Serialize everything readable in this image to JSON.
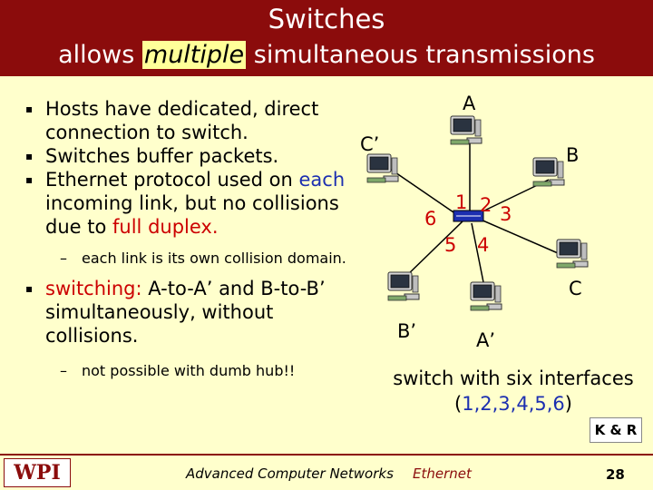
{
  "slide": {
    "title_line1": "Switches",
    "title_line2_pre": "allows",
    "title_line2_highlight": "multiple",
    "title_line2_post": "simultaneous transmissions"
  },
  "bullets": {
    "b1": "Hosts have dedicated, direct connection to switch.",
    "b2": "Switches buffer packets.",
    "b3_pre": "Ethernet protocol used on",
    "b3_each": "each",
    "b3_mid": "incoming link, but no collisions due to",
    "b3_full_duplex": "full duplex.",
    "sub1": "each link is its own collision domain.",
    "b4_switching": "switching:",
    "b4_rest": "A-to-A’ and B-to-B’ simultaneously, without collisions.",
    "sub2": "not possible with dumb hub!!"
  },
  "diagram": {
    "hosts": {
      "A": "A",
      "B": "B",
      "C": "C",
      "A_prime": "A’",
      "B_prime": "B’",
      "C_prime": "C’"
    },
    "ports": [
      "1",
      "2",
      "3",
      "4",
      "5",
      "6"
    ],
    "caption_line1": "switch with six interfaces",
    "caption_open": "(",
    "caption_ports": "1,2,3,4,5,6",
    "caption_close": ")"
  },
  "footer": {
    "logo": "WPI",
    "course": "Advanced Computer Networks",
    "topic": "Ethernet",
    "page": "28",
    "kr": "K & R"
  },
  "colors": {
    "title_bar": "#8b0c0c",
    "background": "#ffffcc",
    "accent_red": "#cc0000",
    "accent_blue": "#1c2fb0"
  }
}
